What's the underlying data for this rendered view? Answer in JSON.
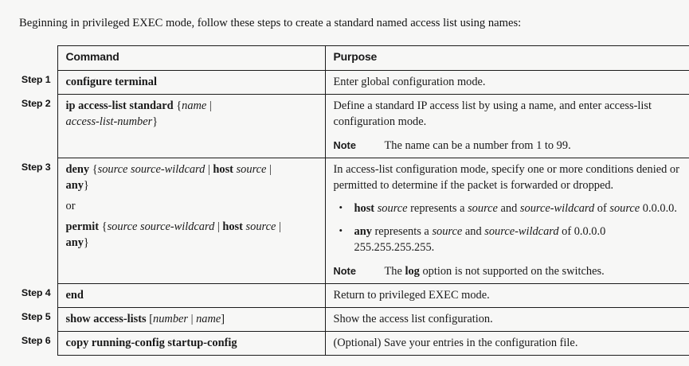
{
  "intro": {
    "text": "Beginning in privileged EXEC mode, follow these steps to create a standard named access list using names:"
  },
  "table": {
    "headers": {
      "step": "",
      "command": "Command",
      "purpose": "Purpose"
    },
    "rows": [
      {
        "step": "Step 1",
        "command_lines": [
          {
            "segments": [
              {
                "text": "configure terminal",
                "style": "bold"
              }
            ]
          }
        ],
        "purpose_paragraphs": [
          "Enter global configuration mode."
        ],
        "bullets": [],
        "note": null
      },
      {
        "step": "Step 2",
        "command_lines": [
          {
            "segments": [
              {
                "text": "ip access-list standard ",
                "style": "bold"
              },
              {
                "text": "{",
                "style": "plain"
              },
              {
                "text": "name",
                "style": "italic"
              },
              {
                "text": " | ",
                "style": "plain"
              }
            ]
          },
          {
            "segments": [
              {
                "text": "access-list-number",
                "style": "italic"
              },
              {
                "text": "}",
                "style": "plain"
              }
            ]
          }
        ],
        "purpose_paragraphs": [
          "Define a standard IP access list by using a name, and enter access-list configuration mode."
        ],
        "bullets": [],
        "note": {
          "tag": "Note",
          "text": "The name can be a number from 1 to 99."
        }
      },
      {
        "step": "Step 3",
        "command_lines": [
          {
            "segments": [
              {
                "text": "deny ",
                "style": "bold"
              },
              {
                "text": "{",
                "style": "plain"
              },
              {
                "text": "source source-wildcard",
                "style": "italic"
              },
              {
                "text": " | ",
                "style": "plain"
              },
              {
                "text": "host ",
                "style": "bold"
              },
              {
                "text": "source",
                "style": "italic"
              },
              {
                "text": " |",
                "style": "plain"
              }
            ]
          },
          {
            "segments": [
              {
                "text": "any",
                "style": "bold"
              },
              {
                "text": "}",
                "style": "plain"
              }
            ]
          },
          {
            "segments": [
              {
                "text": "or",
                "style": "plain"
              }
            ],
            "kind": "or"
          },
          {
            "segments": [
              {
                "text": "permit ",
                "style": "bold"
              },
              {
                "text": "{",
                "style": "plain"
              },
              {
                "text": "source source-wildcard",
                "style": "italic"
              },
              {
                "text": " | ",
                "style": "plain"
              },
              {
                "text": "host ",
                "style": "bold"
              },
              {
                "text": "source",
                "style": "italic"
              },
              {
                "text": " |",
                "style": "plain"
              }
            ]
          },
          {
            "segments": [
              {
                "text": "any",
                "style": "bold"
              },
              {
                "text": "}",
                "style": "plain"
              }
            ]
          }
        ],
        "purpose_paragraphs": [
          "In access-list configuration mode, specify one or more conditions denied or permitted to determine if the packet is forwarded or dropped."
        ],
        "bullets": [
          {
            "segments": [
              {
                "text": "host ",
                "style": "bold"
              },
              {
                "text": "source",
                "style": "italic"
              },
              {
                "text": " represents a ",
                "style": "plain"
              },
              {
                "text": "source",
                "style": "italic"
              },
              {
                "text": " and ",
                "style": "plain"
              },
              {
                "text": "source-wildcard",
                "style": "italic"
              },
              {
                "text": " of ",
                "style": "plain"
              },
              {
                "text": "source",
                "style": "italic"
              },
              {
                "text": " 0.0.0.0.",
                "style": "plain"
              }
            ]
          },
          {
            "segments": [
              {
                "text": "any",
                "style": "bold"
              },
              {
                "text": " represents a ",
                "style": "plain"
              },
              {
                "text": "source",
                "style": "italic"
              },
              {
                "text": " and ",
                "style": "plain"
              },
              {
                "text": "source-wildcard",
                "style": "italic"
              },
              {
                "text": " of 0.0.0.0 255.255.255.255.",
                "style": "plain"
              }
            ]
          }
        ],
        "note": {
          "tag": "Note",
          "segments": [
            {
              "text": "The ",
              "style": "plain"
            },
            {
              "text": "log",
              "style": "bold"
            },
            {
              "text": " option is not supported on the switches.",
              "style": "plain"
            }
          ]
        }
      },
      {
        "step": "Step 4",
        "command_lines": [
          {
            "segments": [
              {
                "text": "end",
                "style": "bold"
              }
            ]
          }
        ],
        "purpose_paragraphs": [
          "Return to privileged EXEC mode."
        ],
        "bullets": [],
        "note": null
      },
      {
        "step": "Step 5",
        "command_lines": [
          {
            "segments": [
              {
                "text": "show access-lists ",
                "style": "bold"
              },
              {
                "text": "[",
                "style": "plain"
              },
              {
                "text": "number",
                "style": "italic"
              },
              {
                "text": " | ",
                "style": "plain"
              },
              {
                "text": "name",
                "style": "italic"
              },
              {
                "text": "]",
                "style": "plain"
              }
            ]
          }
        ],
        "purpose_paragraphs": [
          "Show the access list configuration."
        ],
        "bullets": [],
        "note": null
      },
      {
        "step": "Step 6",
        "command_lines": [
          {
            "segments": [
              {
                "text": "copy running-config startup-config",
                "style": "bold"
              }
            ]
          }
        ],
        "purpose_paragraphs": [
          "(Optional) Save your entries in the configuration file."
        ],
        "bullets": [],
        "note": null
      }
    ]
  },
  "colors": {
    "page_background": "#f7f7f6",
    "text": "#1a1a1a",
    "rule": "#1b1b1b"
  }
}
